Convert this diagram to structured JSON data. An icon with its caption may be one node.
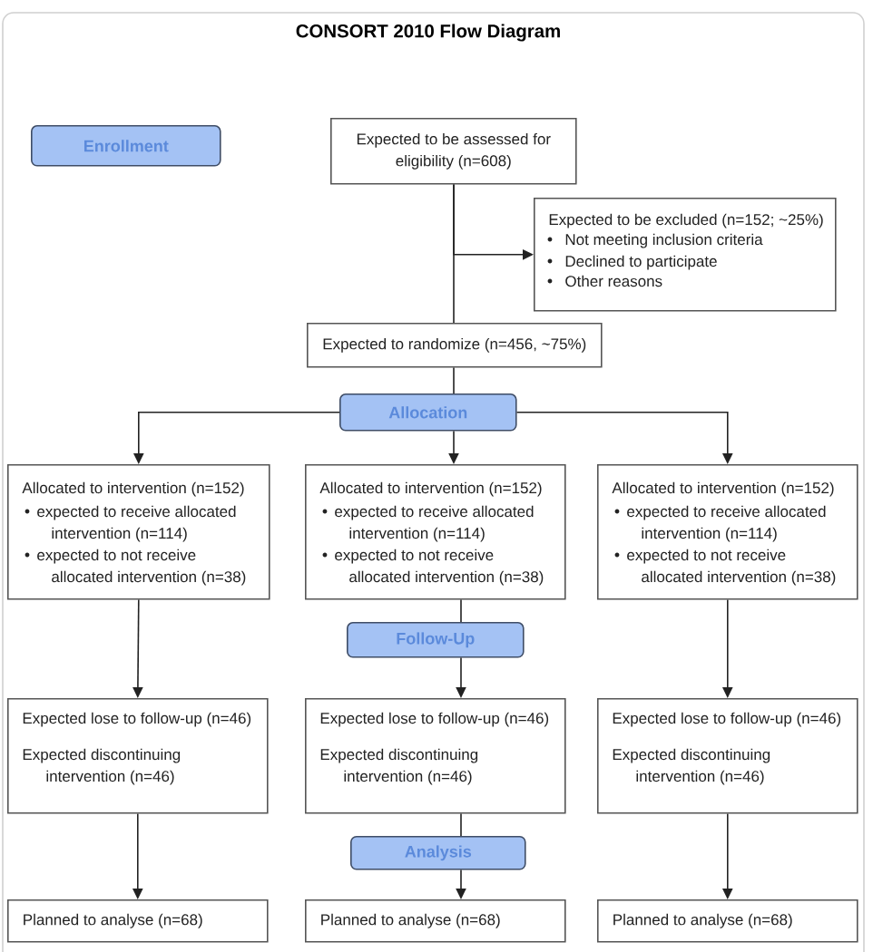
{
  "diagram": {
    "title": "CONSORT 2010 Flow Diagram",
    "nodes": [
      {
        "text": [
          "Enrollment"
        ]
      },
      {
        "text": [
          "Expected to be assessed for eligibility (n=608)"
        ]
      },
      {
        "text": [
          "Expected to be excluded (n=152; ~25%)",
          "Not meeting inclusion criteria",
          "Declined to participate",
          "Other reasons"
        ]
      },
      {
        "text": [
          "Expected to randomize (n=456, ~75%)"
        ]
      },
      {
        "text": [
          "Allocation"
        ]
      },
      {
        "text": [
          "Allocated to intervention (n=152)",
          "expected to receive allocated intervention (n=114)",
          "expected to not receive allocated intervention (n=38)"
        ]
      },
      {
        "text": [
          "Allocated to intervention (n=152)",
          "expected to receive allocated intervention (n=114)",
          "expected to not receive allocated intervention (n=38)"
        ]
      },
      {
        "text": [
          "Allocated to intervention (n=152)",
          "expected to receive allocated intervention (n=114)",
          "expected to not receive allocated intervention (n=38)"
        ]
      },
      {
        "text": [
          "Follow-Up"
        ]
      },
      {
        "text": [
          "Expected lose to follow-up (n=46)",
          "Expected discontinuing intervention (n=46)"
        ]
      },
      {
        "text": [
          "Expected lose to follow-up (n=46)",
          "Expected discontinuing intervention (n=46)"
        ]
      },
      {
        "text": [
          "Expected lose to follow-up (n=46)",
          "Expected discontinuing intervention (n=46)"
        ]
      },
      {
        "text": [
          "Analysis"
        ]
      },
      {
        "text": [
          "Planned to analyse (n=68)"
        ]
      },
      {
        "text": [
          "Planned to analyse (n=68)"
        ]
      },
      {
        "text": [
          "Planned to analyse (n=68)"
        ]
      }
    ],
    "edges": [
      {
        "from": 1,
        "to": 3,
        "arrow": "none"
      },
      {
        "from": 1,
        "to": 2,
        "arrow": "to"
      },
      {
        "from": 3,
        "to": 4,
        "arrow": "none"
      },
      {
        "from": 4,
        "to": 5,
        "arrow": "to"
      },
      {
        "from": 4,
        "to": 6,
        "arrow": "to"
      },
      {
        "from": 4,
        "to": 7,
        "arrow": "to"
      },
      {
        "from": 5,
        "to": 9,
        "arrow": "to"
      },
      {
        "from": 6,
        "to": 8,
        "arrow": "none"
      },
      {
        "from": 7,
        "to": 11,
        "arrow": "to"
      },
      {
        "from": 8,
        "to": 10,
        "arrow": "to"
      },
      {
        "from": 9,
        "to": 13,
        "arrow": "to"
      },
      {
        "from": 10,
        "to": 12,
        "arrow": "none"
      },
      {
        "from": 11,
        "to": 15,
        "arrow": "to"
      },
      {
        "from": 12,
        "to": 14,
        "arrow": "to"
      }
    ]
  }
}
